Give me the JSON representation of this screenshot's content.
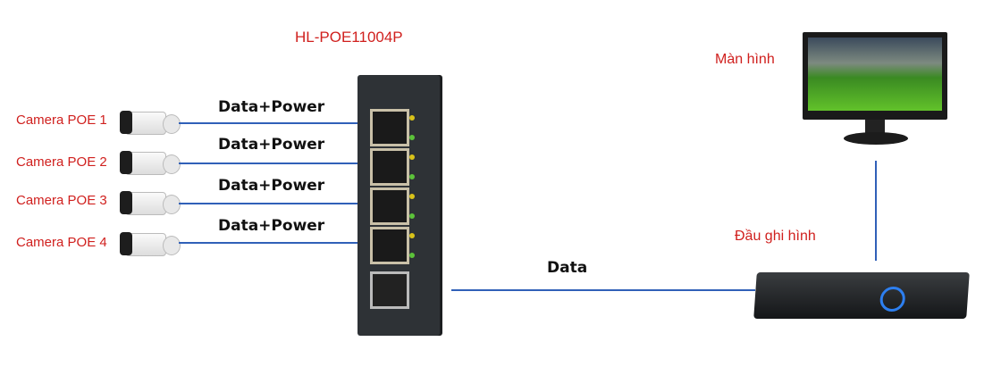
{
  "title": "HL-POE11004P",
  "cameras": [
    {
      "label": "Camera POE 1",
      "link": "Data+Power"
    },
    {
      "label": "Camera POE 2",
      "link": "Data+Power"
    },
    {
      "label": "Camera POE 3",
      "link": "Data+Power"
    },
    {
      "label": "Camera POE 4",
      "link": "Data+Power"
    }
  ],
  "uplink_label": "Data",
  "monitor_label": "Màn hình",
  "nvr_label": "Đầu ghi hình",
  "colors": {
    "label": "#d0201e",
    "cable": "#3060b8"
  }
}
